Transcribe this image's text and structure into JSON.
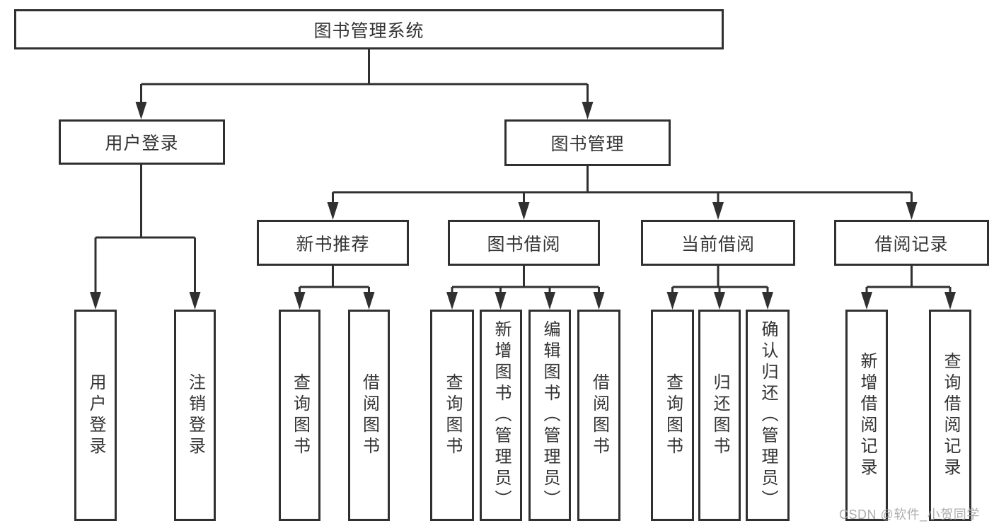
{
  "diagram": {
    "title": "图书管理系统",
    "branches": [
      {
        "label": "用户登录",
        "children": [
          {
            "label": "用户登录"
          },
          {
            "label": "注销登录"
          }
        ]
      },
      {
        "label": "图书管理",
        "children": [
          {
            "label": "新书推荐",
            "children": [
              {
                "label": "查询图书"
              },
              {
                "label": "借阅图书"
              }
            ]
          },
          {
            "label": "图书借阅",
            "children": [
              {
                "label": "查询图书"
              },
              {
                "label": "新增图书（管理员）"
              },
              {
                "label": "编辑图书（管理员）"
              },
              {
                "label": "借阅图书"
              }
            ]
          },
          {
            "label": "当前借阅",
            "children": [
              {
                "label": "查询图书"
              },
              {
                "label": "归还图书"
              },
              {
                "label": "确认归还（管理员）"
              }
            ]
          },
          {
            "label": "借阅记录",
            "children": [
              {
                "label": "新增借阅记录"
              },
              {
                "label": "查询借阅记录"
              }
            ]
          }
        ]
      }
    ]
  },
  "watermark": {
    "text": "CSDN @软件_小贺同学"
  },
  "colors": {
    "line": "#303030",
    "box_border": "#303030",
    "text": "#333333",
    "watermark": "#a5a5a5",
    "background": "#ffffff"
  }
}
